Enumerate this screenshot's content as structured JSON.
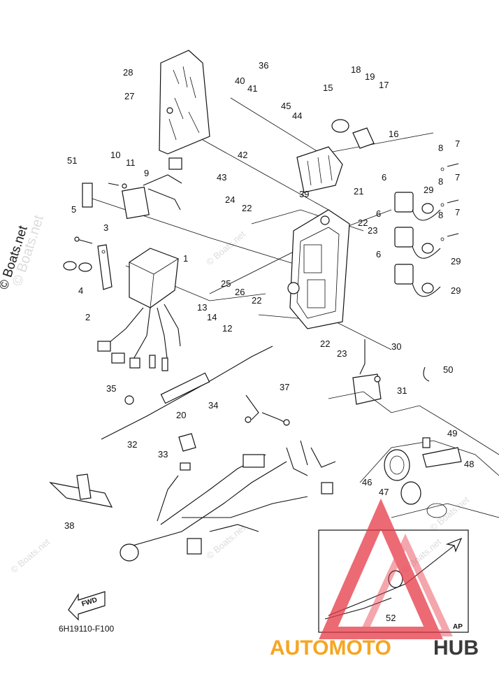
{
  "diagram": {
    "code": "6H19110-F100",
    "fwd_label": "FWD",
    "inset_label": "AP",
    "callouts": [
      "1",
      "2",
      "3",
      "4",
      "5",
      "6",
      "7",
      "8",
      "9",
      "10",
      "11",
      "12",
      "13",
      "14",
      "15",
      "16",
      "17",
      "18",
      "19",
      "20",
      "21",
      "22",
      "23",
      "24",
      "25",
      "26",
      "27",
      "28",
      "29",
      "30",
      "31",
      "32",
      "33",
      "34",
      "35",
      "36",
      "37",
      "38",
      "39",
      "40",
      "41",
      "42",
      "43",
      "44",
      "45",
      "46",
      "47",
      "48",
      "49",
      "50",
      "51",
      "52"
    ]
  },
  "watermark": {
    "text": "© Boats.net"
  },
  "logo": {
    "part1": "AUTOMOTO",
    "part2": "HUB",
    "accent": "#f5a623",
    "triangle": "#e63946"
  }
}
